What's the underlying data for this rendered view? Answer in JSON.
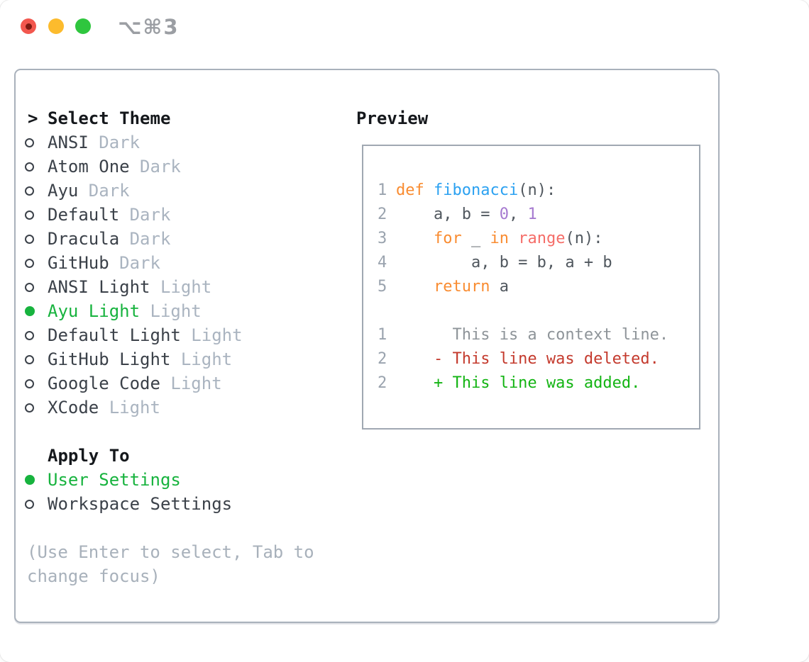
{
  "titlebar": {
    "shortcut": "⌥⌘3"
  },
  "theme_picker": {
    "title_prefix": ">",
    "title": "Select Theme",
    "items": [
      {
        "name": "ANSI",
        "variant": "Dark",
        "selected": false
      },
      {
        "name": "Atom One",
        "variant": "Dark",
        "selected": false
      },
      {
        "name": "Ayu",
        "variant": "Dark",
        "selected": false
      },
      {
        "name": "Default",
        "variant": "Dark",
        "selected": false
      },
      {
        "name": "Dracula",
        "variant": "Dark",
        "selected": false
      },
      {
        "name": "GitHub",
        "variant": "Dark",
        "selected": false
      },
      {
        "name": "ANSI Light",
        "variant": "Light",
        "selected": false
      },
      {
        "name": "Ayu Light",
        "variant": "Light",
        "selected": true
      },
      {
        "name": "Default Light",
        "variant": "Light",
        "selected": false
      },
      {
        "name": "GitHub Light",
        "variant": "Light",
        "selected": false
      },
      {
        "name": "Google Code",
        "variant": "Light",
        "selected": false
      },
      {
        "name": "XCode",
        "variant": "Light",
        "selected": false
      }
    ]
  },
  "apply_to": {
    "title": "Apply To",
    "options": [
      {
        "label": "User Settings",
        "selected": true
      },
      {
        "label": "Workspace Settings",
        "selected": false
      }
    ]
  },
  "help_text": "(Use Enter to select, Tab to\nchange focus)",
  "preview": {
    "title": "Preview",
    "lines": [
      {
        "type": "code",
        "num": "1",
        "tokens": [
          [
            "keyword",
            "def"
          ],
          [
            "default",
            " "
          ],
          [
            "function",
            "fibonacci"
          ],
          [
            "default",
            "(n):"
          ]
        ]
      },
      {
        "type": "code",
        "num": "2",
        "tokens": [
          [
            "default",
            "    a, b = "
          ],
          [
            "number",
            "0"
          ],
          [
            "default",
            ", "
          ],
          [
            "number",
            "1"
          ]
        ]
      },
      {
        "type": "code",
        "num": "3",
        "tokens": [
          [
            "default",
            "    "
          ],
          [
            "keyword",
            "for"
          ],
          [
            "default",
            " _ "
          ],
          [
            "keyword",
            "in"
          ],
          [
            "default",
            " "
          ],
          [
            "builtin",
            "range"
          ],
          [
            "default",
            "(n):"
          ]
        ]
      },
      {
        "type": "code",
        "num": "4",
        "tokens": [
          [
            "default",
            "        a, b = b, a + b"
          ]
        ]
      },
      {
        "type": "code",
        "num": "5",
        "tokens": [
          [
            "default",
            "    "
          ],
          [
            "keyword",
            "return"
          ],
          [
            "default",
            " a"
          ]
        ]
      },
      {
        "type": "blank"
      },
      {
        "type": "context",
        "num": "1",
        "sign": " ",
        "text": "This is a context line."
      },
      {
        "type": "deleted",
        "num": "2",
        "sign": "-",
        "text": "This line was deleted."
      },
      {
        "type": "added",
        "num": "2",
        "sign": "+",
        "text": "This line was added."
      }
    ]
  },
  "colors": {
    "accent_green": "#17b33e",
    "header_black": "#15181c",
    "item_text": "#3b4149",
    "muted_gray": "#aab4c0",
    "help_gray": "#a8b1bb",
    "panel_border": "#a9b1bb",
    "box_border": "#a0a8b2",
    "code_default": "#50575e",
    "line_number": "#9aa3ae",
    "keyword_orange": "#f98c31",
    "function_blue": "#2ba1f1",
    "number_purple": "#a67ad0",
    "builtin_coral": "#f56d68",
    "context_gray": "#8e9499",
    "deleted_red": "#c43a2d",
    "added_green": "#13b413",
    "traffic_red": "#f2574e",
    "traffic_red_dot": "#7e1a12",
    "traffic_yellow": "#fcbb2d",
    "traffic_green": "#2fc63e",
    "shortcut_gray": "#9b9ea3"
  }
}
